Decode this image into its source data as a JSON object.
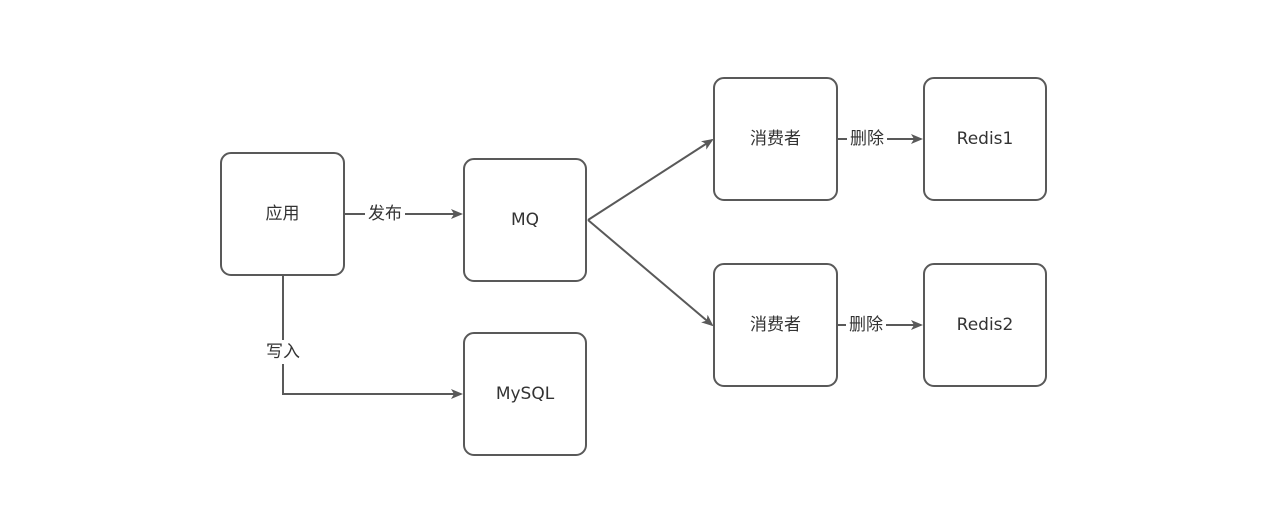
{
  "diagram": {
    "nodes": {
      "app": "应用",
      "mq": "MQ",
      "mysql": "MySQL",
      "consumer1": "消费者",
      "consumer2": "消费者",
      "redis1": "Redis1",
      "redis2": "Redis2"
    },
    "edges": {
      "publish": "发布",
      "write": "写入",
      "delete1": "删除",
      "delete2": "删除"
    },
    "colors": {
      "stroke": "#595959",
      "text": "#333333",
      "background": "#ffffff"
    }
  }
}
